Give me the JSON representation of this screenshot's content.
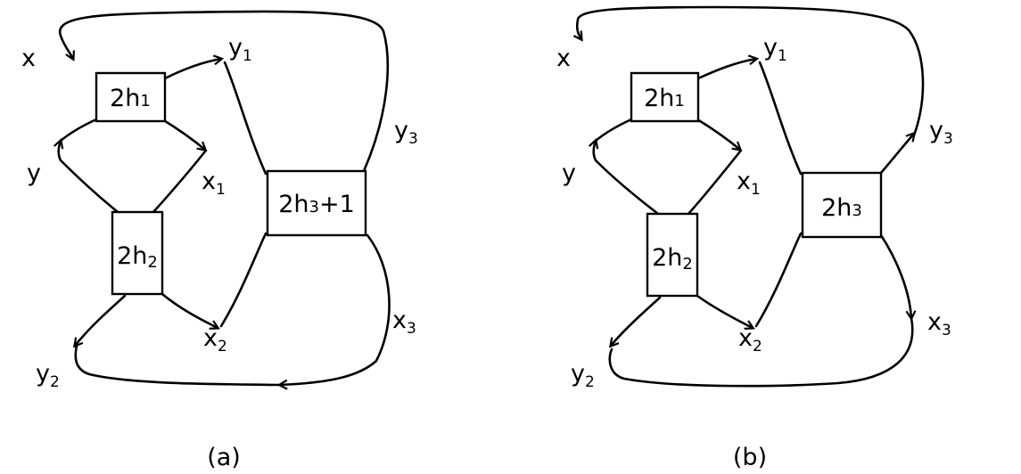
{
  "panel_a": {
    "caption": "(a)",
    "nodes": {
      "h1": {
        "pre": "2h",
        "sub": "1",
        "post": ""
      },
      "h2": {
        "pre": "2h",
        "sub": "2",
        "post": ""
      },
      "h3": {
        "pre": "2h",
        "sub": "3",
        "post": "+1"
      }
    },
    "labels": {
      "x": {
        "base": "x",
        "sub": ""
      },
      "y": {
        "base": "y",
        "sub": ""
      },
      "y1": {
        "base": "y",
        "sub": "1"
      },
      "x1": {
        "base": "x",
        "sub": "1"
      },
      "x2": {
        "base": "x",
        "sub": "2"
      },
      "y2": {
        "base": "y",
        "sub": "2"
      },
      "y3": {
        "base": "y",
        "sub": "3"
      },
      "x3": {
        "base": "x",
        "sub": "3"
      }
    }
  },
  "panel_b": {
    "caption": "(b)",
    "nodes": {
      "h1": {
        "pre": "2h",
        "sub": "1",
        "post": ""
      },
      "h2": {
        "pre": "2h",
        "sub": "2",
        "post": ""
      },
      "h3": {
        "pre": "2h",
        "sub": "3",
        "post": ""
      }
    },
    "labels": {
      "x": {
        "base": "x",
        "sub": ""
      },
      "y": {
        "base": "y",
        "sub": ""
      },
      "y1": {
        "base": "y",
        "sub": "1"
      },
      "x1": {
        "base": "x",
        "sub": "1"
      },
      "x2": {
        "base": "x",
        "sub": "2"
      },
      "y2": {
        "base": "y",
        "sub": "2"
      },
      "y3": {
        "base": "y",
        "sub": "3"
      },
      "x3": {
        "base": "x",
        "sub": "3"
      }
    }
  }
}
